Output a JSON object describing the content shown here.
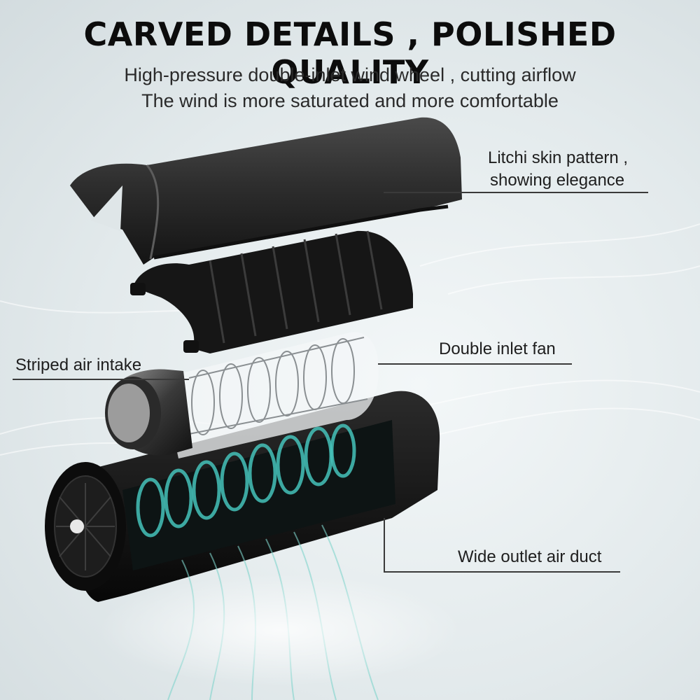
{
  "headline": "CARVED DETAILS , POLISHED QUALITY",
  "subtitle": {
    "line1": "High-pressure double-inlet wind wheel , cutting airflow",
    "line2": "The wind is more saturated and more comfortable"
  },
  "callouts": {
    "litchi_line1": "Litchi skin pattern ,",
    "litchi_line2": "showing elegance",
    "double_inlet": "Double inlet fan",
    "striped_intake": "Striped air intake",
    "wide_outlet": "Wide outlet air duct"
  },
  "colors": {
    "product": "#1a1a1a",
    "airflow": "#3fb7b0",
    "text": "#111111"
  }
}
